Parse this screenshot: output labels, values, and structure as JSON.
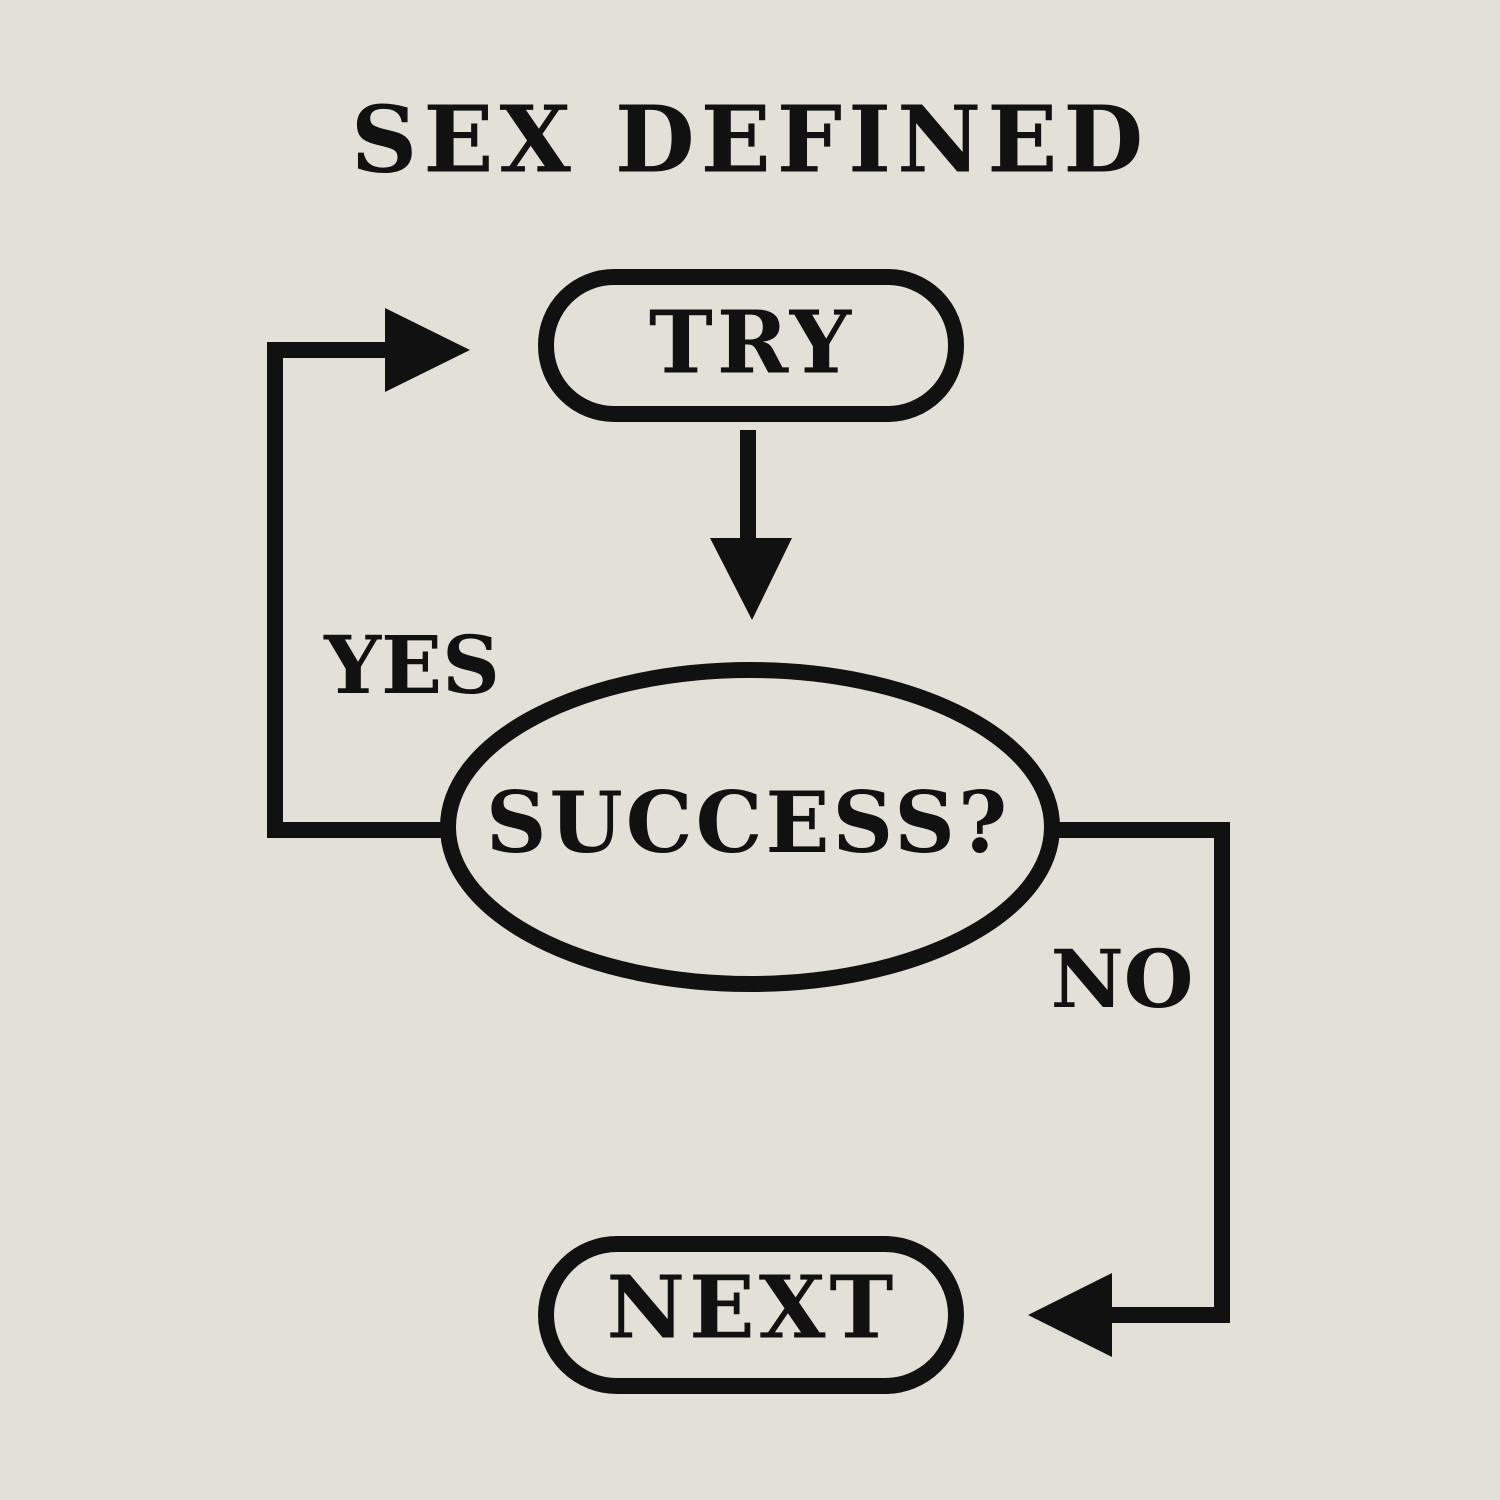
{
  "title": "SEX DEFINED",
  "nodes": {
    "start": "TRY",
    "decision": "SUCCESS?",
    "end": "NEXT"
  },
  "edges": {
    "yes_label": "YES",
    "no_label": "NO"
  },
  "colors": {
    "background": "#e3e1d7",
    "ink": "#111111"
  }
}
